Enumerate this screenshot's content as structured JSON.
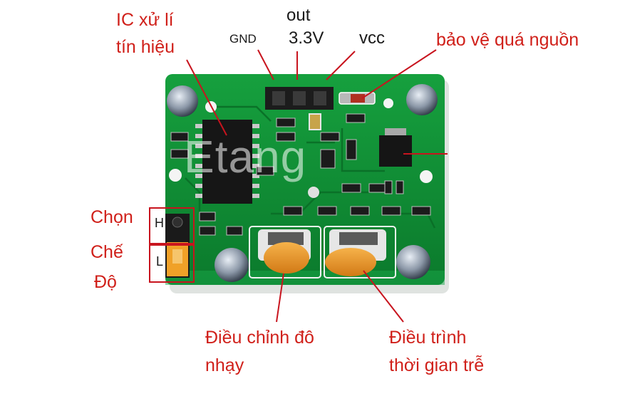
{
  "labels": {
    "ic": [
      "IC xử lí",
      "tín hiệu"
    ],
    "gnd": "GND",
    "out": "out",
    "v33": "3.3V",
    "vcc": "vcc",
    "protect": "bảo vệ quá nguồn",
    "mode": [
      "Chọn",
      "Chế",
      "Độ"
    ],
    "mode_h": "H",
    "mode_l": "L",
    "sensitivity": [
      "Điều chỉnh đô",
      "nhạy"
    ],
    "delay": [
      "Điều trình",
      "thời gian trễ"
    ]
  },
  "watermark": "Etang",
  "colors": {
    "label_red": "#d0201a",
    "pcb_green": "#0f8a34",
    "potentiometer_orange": "#e8962a",
    "mode_box_red": "#c8141e"
  }
}
